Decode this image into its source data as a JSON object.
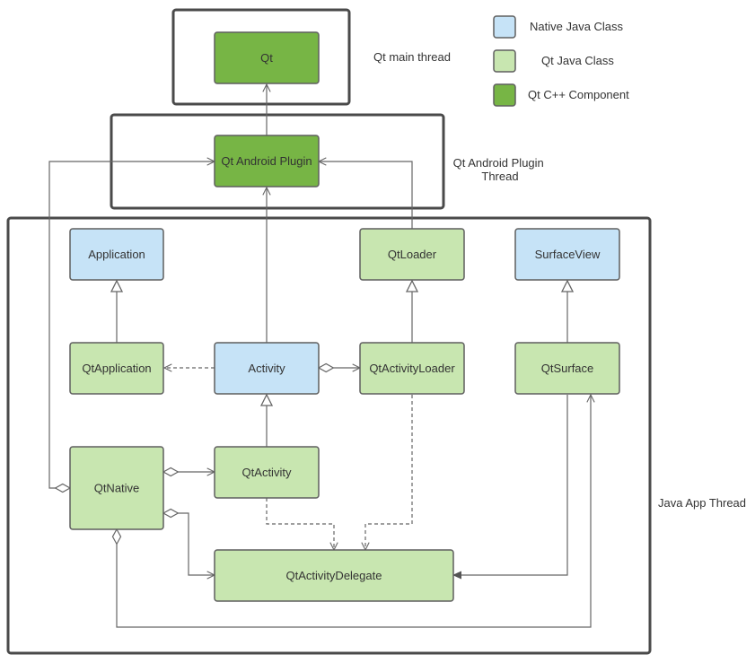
{
  "diagram": {
    "colors": {
      "native_java": "#c6e3f7",
      "qt_java": "#c8e6b0",
      "qt_cpp": "#77b545",
      "frame": "#4a4a4a",
      "edge": "#666666"
    },
    "legend": [
      {
        "key": "native",
        "label": "Native Java Class",
        "color": "#c6e3f7"
      },
      {
        "key": "qtjava",
        "label": "Qt Java Class",
        "color": "#c8e6b0"
      },
      {
        "key": "qtcpp",
        "label": "Qt C++ Component",
        "color": "#77b545"
      }
    ],
    "threads": {
      "main": [
        "Qt main thread"
      ],
      "plugin": [
        "Qt Android Plugin",
        "Thread"
      ],
      "java": [
        "Java App Thread"
      ]
    },
    "nodes": {
      "qt": {
        "label": "Qt",
        "kind": "qtcpp"
      },
      "qt_android_plugin": {
        "label": "Qt Android Plugin",
        "kind": "qtcpp"
      },
      "application": {
        "label": "Application",
        "kind": "native"
      },
      "qtloader": {
        "label": "QtLoader",
        "kind": "qtjava"
      },
      "surfaceview": {
        "label": "SurfaceView",
        "kind": "native"
      },
      "qtapplication": {
        "label": "QtApplication",
        "kind": "qtjava"
      },
      "activity": {
        "label": "Activity",
        "kind": "native"
      },
      "qtactivityloader": {
        "label": "QtActivityLoader",
        "kind": "qtjava"
      },
      "qtsurface": {
        "label": "QtSurface",
        "kind": "qtjava"
      },
      "qtnative": {
        "label": "QtNative",
        "kind": "qtjava"
      },
      "qtactivity": {
        "label": "QtActivity",
        "kind": "qtjava"
      },
      "qtactivitydelegate": {
        "label": "QtActivityDelegate",
        "kind": "qtjava"
      }
    },
    "edges": [
      {
        "from": "qt_android_plugin",
        "to": "qt",
        "type": "association"
      },
      {
        "from": "activity",
        "to": "qt_android_plugin",
        "type": "association"
      },
      {
        "from": "qtnative",
        "to": "qt_android_plugin",
        "type": "aggregation"
      },
      {
        "from": "qtloader",
        "to": "qt_android_plugin",
        "type": "association"
      },
      {
        "from": "qtapplication",
        "to": "application",
        "type": "generalization"
      },
      {
        "from": "qtactivityloader",
        "to": "qtloader",
        "type": "generalization"
      },
      {
        "from": "qtsurface",
        "to": "surfaceview",
        "type": "generalization"
      },
      {
        "from": "activity",
        "to": "qtapplication",
        "type": "dependency"
      },
      {
        "from": "activity",
        "to": "qtactivityloader",
        "type": "aggregation"
      },
      {
        "from": "qtactivity",
        "to": "activity",
        "type": "generalization"
      },
      {
        "from": "qtnative",
        "to": "qtactivity",
        "type": "aggregation"
      },
      {
        "from": "qtnative",
        "to": "qtactivitydelegate",
        "type": "aggregation"
      },
      {
        "from": "qtnative",
        "to": "qtsurface",
        "type": "aggregation"
      },
      {
        "from": "qtactivity",
        "to": "qtactivitydelegate",
        "type": "dependency"
      },
      {
        "from": "qtactivityloader",
        "to": "qtactivitydelegate",
        "type": "dependency"
      },
      {
        "from": "qtsurface",
        "to": "qtactivitydelegate",
        "type": "association"
      }
    ]
  }
}
